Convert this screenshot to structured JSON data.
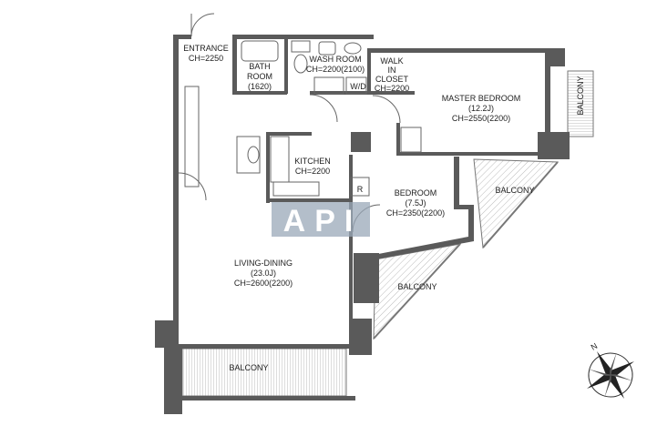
{
  "rooms": {
    "entrance": {
      "name": "ENTRANCE",
      "ch": "CH=2250"
    },
    "bath": {
      "name1": "BATH",
      "name2": "ROOM",
      "ch": "(1620)"
    },
    "wash": {
      "name": "WASH ROOM",
      "ch": "CH=2200(2100)"
    },
    "wd": "W/D",
    "closet": {
      "name1": "WALK",
      "name2": "IN",
      "name3": "CLOSET",
      "ch": "CH=2200"
    },
    "master": {
      "name": "MASTER BEDROOM",
      "size": "(12.2J)",
      "ch": "CH=2550(2200)"
    },
    "kitchen": {
      "name": "KITCHEN",
      "ch": "CH=2200"
    },
    "refrigerator": "R",
    "bedroom": {
      "name": "BEDROOM",
      "size": "(7.5J)",
      "ch": "CH=2350(2200)"
    },
    "living": {
      "name": "LIVING-DINING",
      "size": "(23.0J)",
      "ch": "CH=2600(2200)"
    },
    "balcony_right": "BALCONY",
    "balcony_upper": "BALCONY",
    "balcony_lower": "BALCONY",
    "balcony_bottom": "BALCONY"
  },
  "watermark": "API",
  "compass": {
    "north": "N"
  }
}
